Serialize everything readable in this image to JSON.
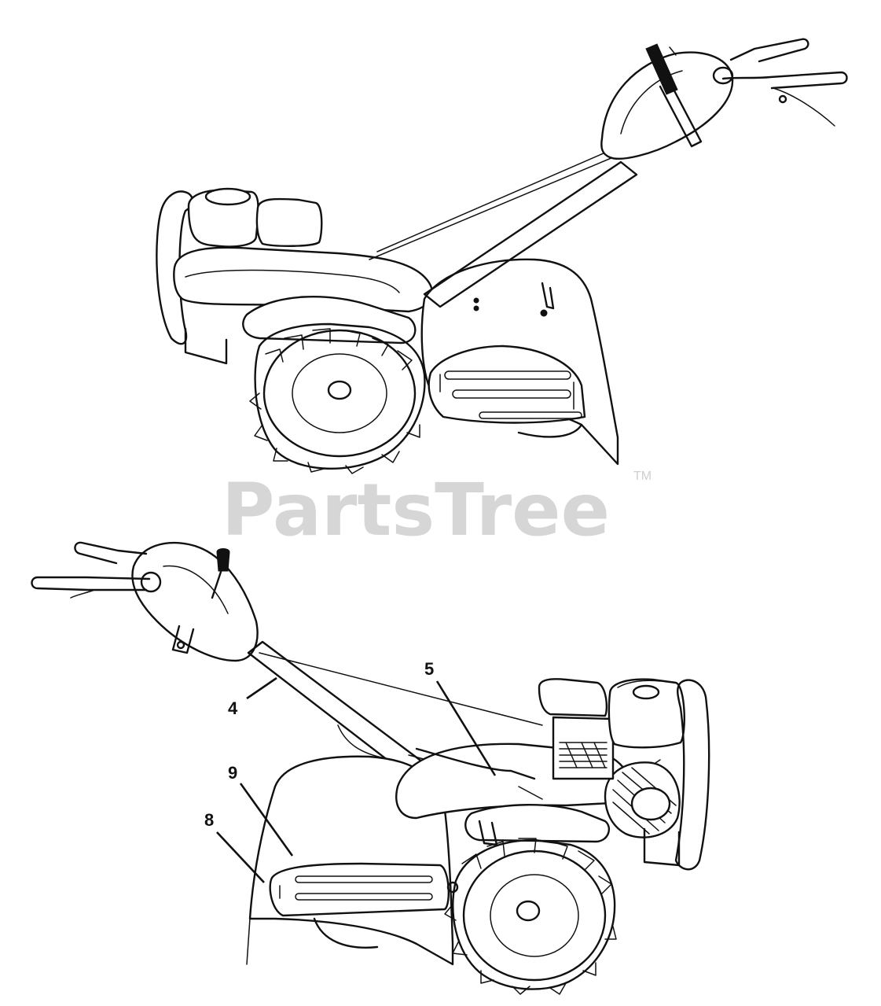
{
  "watermark": {
    "text": "PartsTree",
    "trademark": "TM"
  },
  "callouts": [
    {
      "id": "4",
      "label": "4"
    },
    {
      "id": "5",
      "label": "5"
    },
    {
      "id": "9",
      "label": "9"
    },
    {
      "id": "8",
      "label": "8"
    }
  ]
}
